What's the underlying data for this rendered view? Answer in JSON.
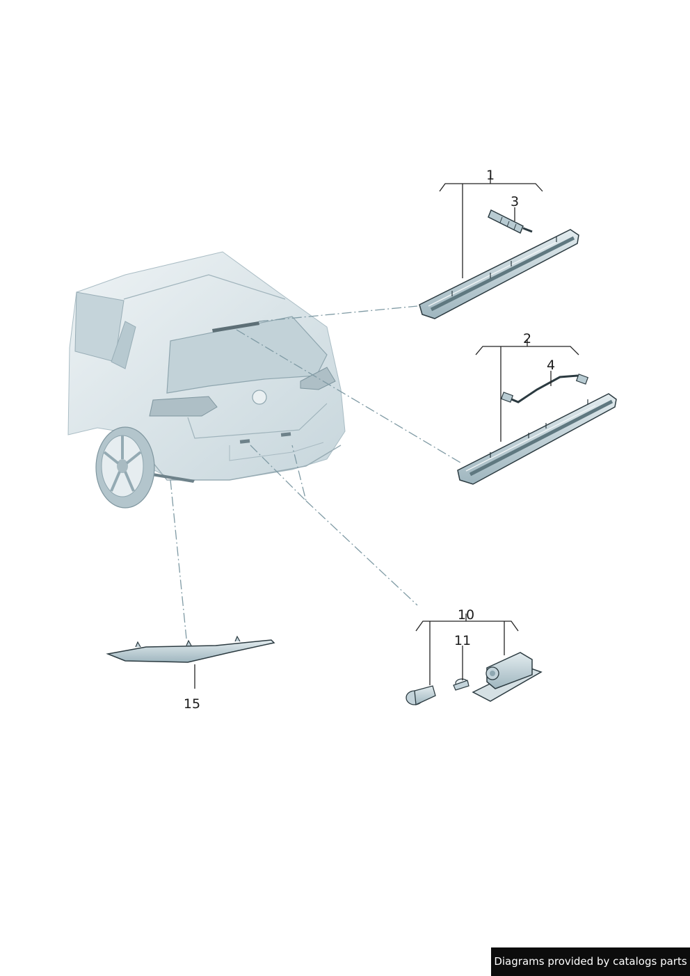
{
  "callouts": {
    "c1": "1",
    "c2": "2",
    "c3": "3",
    "c4": "4",
    "c10": "10",
    "c11": "11",
    "c15": "15"
  },
  "footer": {
    "credit": "Diagrams provided by catalogs parts"
  },
  "colors": {
    "car_body": "#dfe8ec",
    "car_shadow": "#b8cbd3",
    "glass": "#c9d7dd",
    "part_fill": "#c3d3da",
    "part_dark": "#8ea7b1",
    "leader_dash": "#7f9aa4"
  }
}
